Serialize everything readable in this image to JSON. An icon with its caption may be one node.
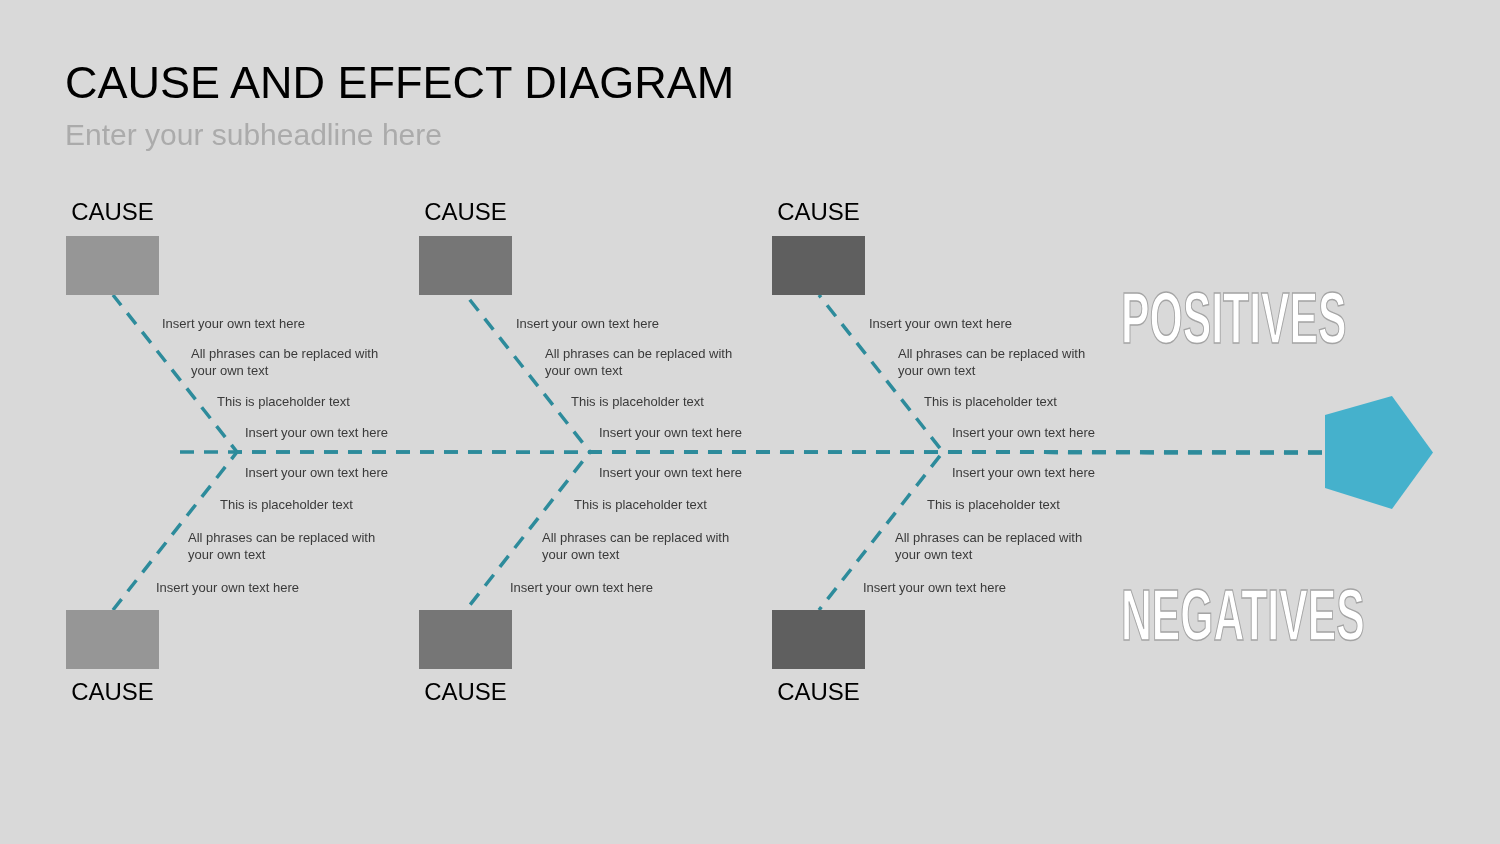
{
  "diagram": {
    "title": "CAUSE AND EFFECT DIAGRAM",
    "nodes": [
      {
        "text": [
          "CAUSE"
        ]
      },
      {
        "text": [
          "CAUSE"
        ]
      },
      {
        "text": [
          "CAUSE"
        ]
      },
      {
        "text": [],
        "shape": "pentagon"
      },
      {
        "text": [
          "CAUSE"
        ]
      },
      {
        "text": [
          "CAUSE"
        ]
      },
      {
        "text": [
          "CAUSE"
        ]
      }
    ],
    "edges": [
      {
        "from": 0,
        "to": 3,
        "arrow": "none",
        "style": "dashed"
      },
      {
        "from": 4,
        "to": 3,
        "arrow": "none",
        "style": "dashed"
      },
      {
        "from": 1,
        "to": 3,
        "arrow": "none",
        "style": "dashed"
      },
      {
        "from": 5,
        "to": 3,
        "arrow": "none",
        "style": "dashed"
      },
      {
        "from": 2,
        "to": 3,
        "arrow": "none",
        "style": "dashed"
      },
      {
        "from": 6,
        "to": 3,
        "arrow": "none",
        "style": "dashed"
      }
    ],
    "labels": [
      "Enter your subheadline here",
      "Insert your own text here",
      "All phrases can be replaced with your own text",
      "This is placeholder text",
      "Insert your own text here",
      "Insert your own text here",
      "All phrases can be replaced with your own text",
      "This is placeholder text",
      "Insert your own text here",
      "Insert your own text here",
      "All phrases can be replaced with your own text",
      "This is placeholder text",
      "Insert your own text here",
      "POSITIVES",
      "Insert your own text here",
      "This is placeholder text",
      "All phrases can be replaced with your own text",
      "Insert your own text here",
      "Insert your own text here",
      "This is placeholder text",
      "All phrases can be replaced with your own text",
      "Insert your own text here",
      "Insert your own text here",
      "This is placeholder text",
      "All phrases can be replaced with your own text",
      "Insert your own text here",
      "NEGATIVES"
    ]
  }
}
